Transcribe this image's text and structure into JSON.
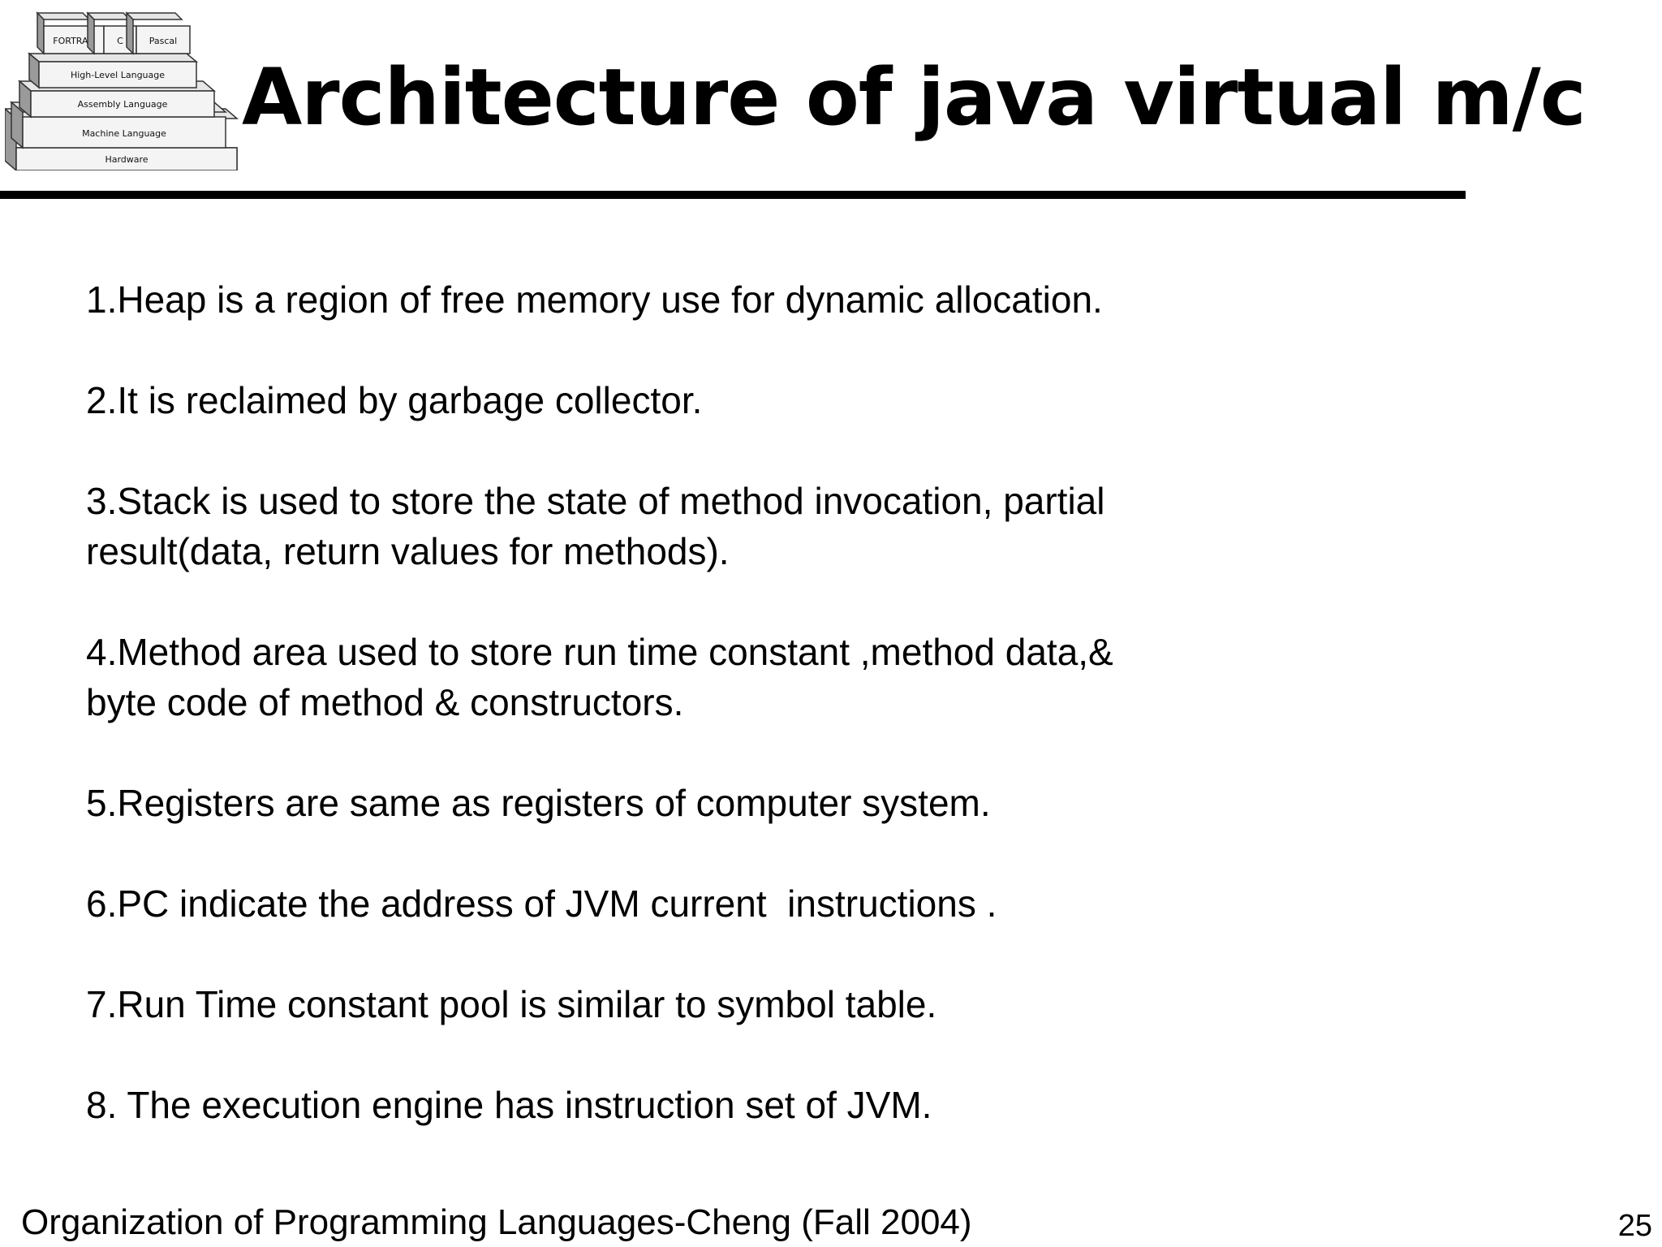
{
  "logo": {
    "top_labels": [
      "FORTRAN",
      "C",
      "Pascal"
    ],
    "layers": [
      "High-Level Language",
      "Assembly Language",
      "Machine Language",
      "Hardware"
    ]
  },
  "slide": {
    "title": "Architecture of java virtual m/c",
    "points": [
      "1.Heap is a region of free memory use for dynamic allocation.",
      "2.It is reclaimed by garbage collector.",
      "3.Stack is used to store the state of method invocation, partial\nresult(data, return values for methods).",
      "4.Method area used to store run time constant ,method data,&\nbyte code of method & constructors.",
      "5.Registers are same as registers of computer system.",
      "6.PC indicate the address of JVM current  instructions .",
      "7.Run Time constant pool is similar to symbol table.",
      "8. The execution engine has instruction set of JVM."
    ]
  },
  "footer": {
    "course": "Organization of Programming Languages-Cheng (Fall 2004)",
    "page_number": "25"
  }
}
